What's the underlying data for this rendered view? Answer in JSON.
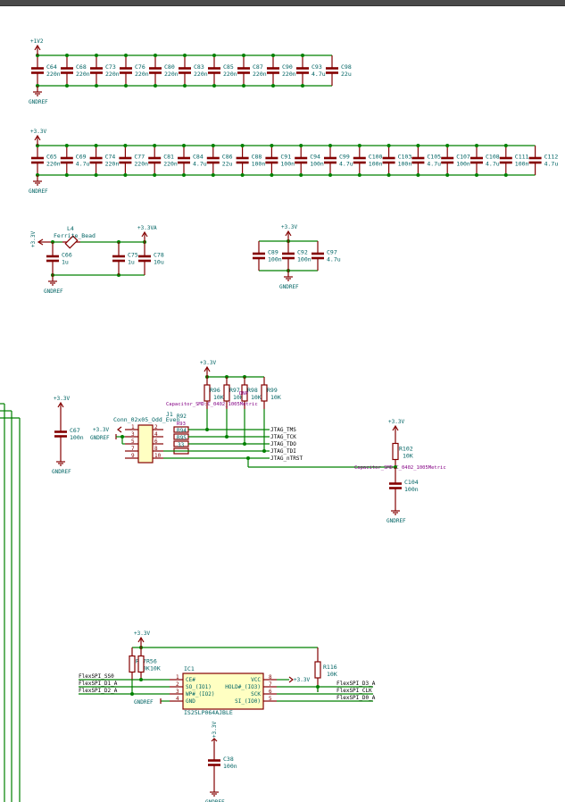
{
  "window": {
    "title": ""
  },
  "power": {
    "v1v2": "+1V2",
    "v3v3": "+3.3V",
    "v3v3a": "+3.3VA",
    "gnd": "GNDREF"
  },
  "group_1v2": {
    "caps": [
      {
        "ref": "C64",
        "val": "220n"
      },
      {
        "ref": "C68",
        "val": "220n"
      },
      {
        "ref": "C73",
        "val": "220n"
      },
      {
        "ref": "C76",
        "val": "220n"
      },
      {
        "ref": "C80",
        "val": "220n"
      },
      {
        "ref": "C83",
        "val": "220n"
      },
      {
        "ref": "C85",
        "val": "220n"
      },
      {
        "ref": "C87",
        "val": "220n"
      },
      {
        "ref": "C90",
        "val": "220n"
      },
      {
        "ref": "C93",
        "val": "4.7u"
      },
      {
        "ref": "C98",
        "val": "22u"
      }
    ]
  },
  "group_3v3": {
    "caps": [
      {
        "ref": "C65",
        "val": "220n"
      },
      {
        "ref": "C69",
        "val": "4.7u"
      },
      {
        "ref": "C74",
        "val": "220n"
      },
      {
        "ref": "C77",
        "val": "220n"
      },
      {
        "ref": "C81",
        "val": "220n"
      },
      {
        "ref": "C84",
        "val": "4.7u"
      },
      {
        "ref": "C86",
        "val": "22u"
      },
      {
        "ref": "C88",
        "val": "100n"
      },
      {
        "ref": "C91",
        "val": "100n"
      },
      {
        "ref": "C94",
        "val": "100n"
      },
      {
        "ref": "C99",
        "val": "4.7u"
      },
      {
        "ref": "C100",
        "val": "100n"
      },
      {
        "ref": "C103",
        "val": "100n"
      },
      {
        "ref": "C105",
        "val": "4.7u"
      },
      {
        "ref": "C107",
        "val": "100n"
      },
      {
        "ref": "C108",
        "val": "4.7u"
      },
      {
        "ref": "C111",
        "val": "100n"
      },
      {
        "ref": "C112",
        "val": "4.7u"
      }
    ]
  },
  "ferrite": {
    "ref": "L4",
    "val": "Ferrite_Bead",
    "caps": [
      {
        "ref": "C66",
        "val": "1u"
      },
      {
        "ref": "C75",
        "val": "1u"
      },
      {
        "ref": "C78",
        "val": "10u"
      }
    ]
  },
  "group_small": {
    "caps": [
      {
        "ref": "C89",
        "val": "100n"
      },
      {
        "ref": "C92",
        "val": "100n"
      },
      {
        "ref": "C97",
        "val": "4.7u"
      }
    ]
  },
  "jtag": {
    "c67": {
      "ref": "C67",
      "val": "100n"
    },
    "pullups": [
      {
        "ref": "R96",
        "val": "10K"
      },
      {
        "ref": "R97",
        "val": "10K"
      },
      {
        "ref": "R98",
        "val": "10K"
      },
      {
        "ref": "R99",
        "val": "10K"
      }
    ],
    "dnp": "DNP",
    "footprint_overlap": "Capacitor_SMD:C_0402_1005Metric",
    "connector": {
      "ref": "J1",
      "val": "Conn_02x05_Odd_Even"
    },
    "series": [
      {
        "ref": "R92",
        "val": "R93"
      },
      {
        "ref": "R94",
        "val": "R95"
      }
    ],
    "series_labels": [
      "R92",
      "R93",
      "R94",
      "R95",
      "33"
    ],
    "pins_left": [
      "1",
      "3",
      "5",
      "7",
      "9"
    ],
    "pins_right": [
      "2",
      "4",
      "6",
      "8",
      "10"
    ],
    "nets": [
      "JTAG_TMS",
      "JTAG_TCK",
      "JTAG_TDO",
      "JTAG_TDI",
      "JTAG_nTRST"
    ],
    "r102": {
      "ref": "R102",
      "val": "10K"
    },
    "c104": {
      "ref": "C104",
      "val": "100n"
    },
    "footprint_r102": "Capacitor_SMD:C_0402_1005Metric"
  },
  "flash": {
    "ic": {
      "ref": "IC1",
      "val": "IS25LP064AJBLE"
    },
    "pins_left": [
      {
        "num": "1",
        "name": "CE#"
      },
      {
        "num": "2",
        "name": "SO_(IO1)"
      },
      {
        "num": "3",
        "name": "WP#_(IO2)"
      },
      {
        "num": "4",
        "name": "GND"
      }
    ],
    "pins_right": [
      {
        "num": "8",
        "name": "VCC"
      },
      {
        "num": "7",
        "name": "HOLD#_(IO3)"
      },
      {
        "num": "6",
        "name": "SCK"
      },
      {
        "num": "5",
        "name": "SI_(IO0)"
      }
    ],
    "nets_left": [
      "FlexSPI_SS0",
      "FlexSPI_D1_A",
      "FlexSPI_D2_A"
    ],
    "nets_right": [
      "FlexSPI_D3_A",
      "FlexSPI_CLK",
      "FlexSPI_D0_A"
    ],
    "resistors": [
      {
        "ref": "R77",
        "val": "10K"
      },
      {
        "ref": "R56",
        "val": "10K"
      },
      {
        "ref": "R116",
        "val": "10K"
      }
    ],
    "c38": {
      "ref": "C38",
      "val": "100n"
    }
  }
}
